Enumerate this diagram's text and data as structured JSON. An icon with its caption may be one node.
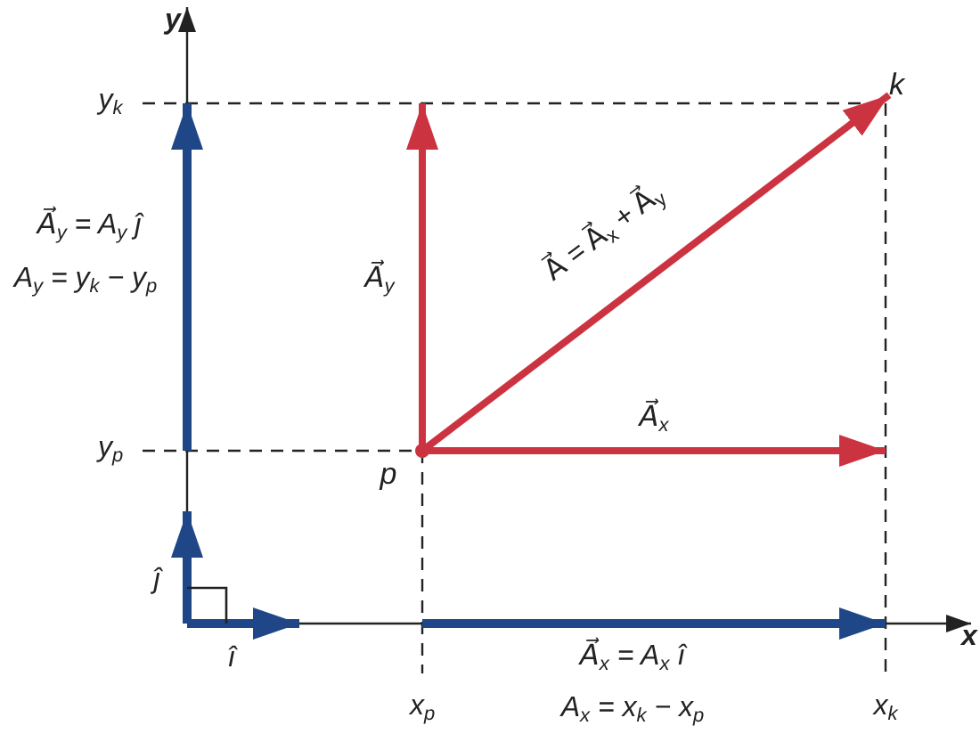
{
  "diagram": {
    "nodes": [
      {
        "text": [],
        "shape": "circle",
        "beside": [
          "p"
        ]
      },
      {
        "text": [
          "k"
        ]
      }
    ],
    "edges": [
      {
        "from": 0,
        "to": 1,
        "arrow": "to",
        "label": "A⃗ = A⃗$_{x}$ + A⃗$_{y}$"
      },
      {
        "from": 0,
        "to": null,
        "arrow": "to",
        "label": "A⃗$_{x}$"
      },
      {
        "from": 0,
        "to": null,
        "arrow": "to",
        "label": "A⃗$_{y}$"
      }
    ],
    "labels": [
      "y",
      "y$_{k}$",
      "A⃗$_{y}$ = A$_{y}$ ĵ",
      "A$_{y}$ = y$_{k}$ − y$_{p}$",
      "y$_{p}$",
      "ĵ",
      "î",
      "x",
      "A⃗$_{x}$ = A$_{x}$ î",
      "x$_{p}$",
      "A$_{x}$ = x$_{k}$ − x$_{p}$",
      "x$_{k}$"
    ]
  }
}
